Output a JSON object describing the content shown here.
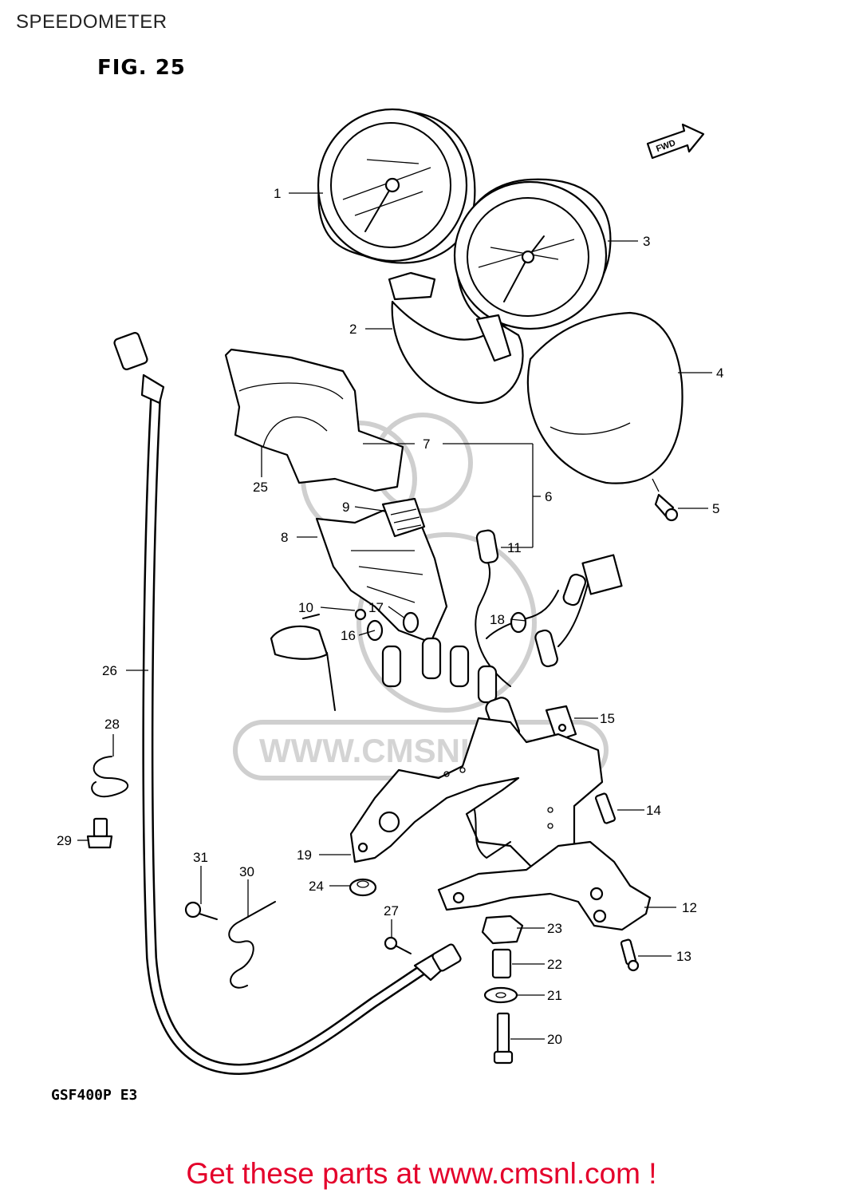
{
  "header": {
    "title": "SPEEDOMETER",
    "figure": "FIG. 25"
  },
  "diagram": {
    "direction_tag": "FWD",
    "watermark": "WWW.CMSNL.COM",
    "model_code": "GSF400P E3",
    "callouts": [
      "1",
      "2",
      "3",
      "4",
      "5",
      "6",
      "7",
      "8",
      "9",
      "10",
      "11",
      "12",
      "13",
      "14",
      "15",
      "16",
      "17",
      "18",
      "19",
      "20",
      "21",
      "22",
      "23",
      "24",
      "25",
      "26",
      "27",
      "28",
      "29",
      "30",
      "31"
    ]
  },
  "footer": {
    "link_text": "Get these parts at www.cmsnl.com !"
  }
}
